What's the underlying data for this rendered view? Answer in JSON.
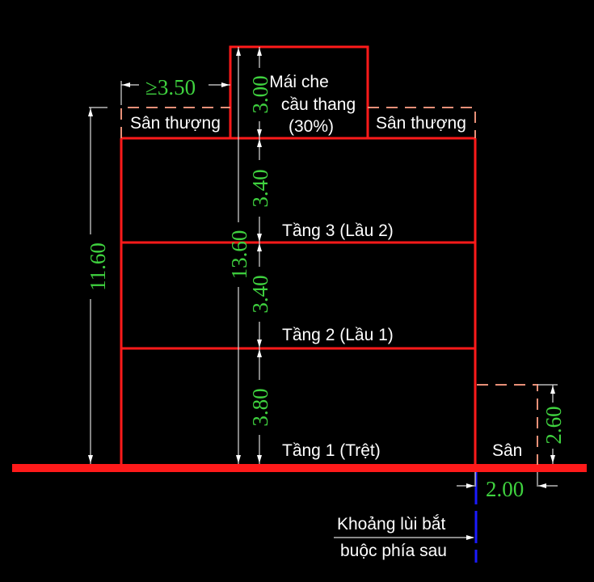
{
  "diagram": {
    "type": "building-elevation-section",
    "colors": {
      "background": "#000000",
      "walls": "#ff1a1a",
      "dashed_outline": "#e89078",
      "dimension_text": "#3fd23f",
      "label_text": "#ffffff",
      "setback_line": "#1a1aff"
    },
    "rooftop": {
      "stair_cover_label_line1": "Mái che",
      "stair_cover_label_line2": "cầu thang",
      "stair_cover_label_line3": "(30%)",
      "terrace_left": "Sân thượng",
      "terrace_right": "Sân thượng"
    },
    "floors": [
      {
        "label": "Tầng 3 (Lầu 2)",
        "height": "3.40"
      },
      {
        "label": "Tầng 2 (Lầu 1)",
        "height": "3.40"
      },
      {
        "label": "Tầng 1 (Trệt)",
        "height": "3.80"
      }
    ],
    "dimensions": {
      "stair_cover_height": "3.00",
      "terrace_setback": "≥3.50",
      "total_to_roof": "11.60",
      "total_height": "13.60",
      "yard_wall_height": "2.60",
      "rear_setback": "2.00"
    },
    "yard_label": "Sân",
    "setback_note_line1": "Khoảng lùi bắt",
    "setback_note_line2": "buộc phía sau"
  }
}
